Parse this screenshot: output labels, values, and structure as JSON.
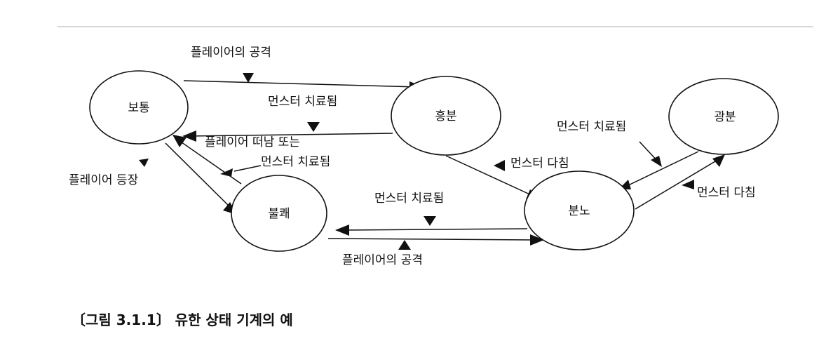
{
  "states": {
    "normal": "보통",
    "excited": "흥분",
    "rage": "광분",
    "uneasy": "불쾌",
    "angry": "분노"
  },
  "transitions": {
    "player_attack_top": "플레이어의 공격",
    "monster_healed_top": "먼스터 치료됨",
    "player_leaves_or": "플레이어 떠남 또는",
    "monster_healed_left": "먼스터 치료됨",
    "player_appears": "플레이어 등장",
    "monster_hurt_center": "먼스터 다침",
    "monster_healed_right": "먼스터 치료됨",
    "monster_hurt_right": "먼스터 다침",
    "monster_healed_bottom": "먼스터 치료됨",
    "player_attack_bottom": "플레이어의 공격"
  },
  "caption": "〔그림 3.1.1〕 유한 상태 기계의 예"
}
